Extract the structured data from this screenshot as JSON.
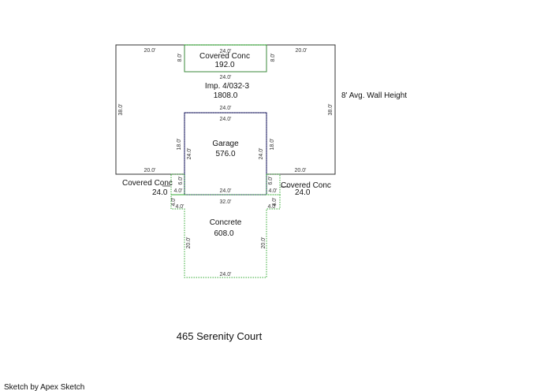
{
  "colors": {
    "main_outline": "#333333",
    "green_outline": "#3a8a3a",
    "green_dotted": "#33aa33",
    "garage_outline": "#2a2a6a",
    "text": "#111111"
  },
  "main": {
    "name": "Imp. 4/032-3",
    "area": "1808.0",
    "dims": {
      "top_left": "20.0'",
      "top_right": "20.0'",
      "left": "38.0'",
      "right": "38.0'",
      "bottom_left": "20.0'",
      "bottom_right": "20.0'",
      "porch_bottom": "24.0'"
    }
  },
  "covered_top": {
    "name": "Covered Conc",
    "area": "192.0",
    "dims": {
      "top": "24.0'",
      "left": "8.0'",
      "right": "8.0'"
    }
  },
  "garage": {
    "name": "Garage",
    "area": "576.0",
    "dims": {
      "top_outer": "24.0'",
      "top_inner": "24.0'",
      "left_outer": "18.0'",
      "left_inner": "24.0'",
      "right_outer": "18.0'",
      "right_inner": "24.0'",
      "bottom": "24.0'"
    }
  },
  "covered_left": {
    "name": "Covered Conc",
    "area": "24.0",
    "dims": {
      "side": "6.0'",
      "bottom": "4.0'"
    }
  },
  "covered_right": {
    "name": "Covered Conc",
    "area": "24.0",
    "dims": {
      "side": "6.0'",
      "bottom": "4.0'"
    }
  },
  "concrete": {
    "name": "Concrete",
    "area": "608.0",
    "dims": {
      "top": "32.0'",
      "left_step": "4.0'",
      "right_step": "4.0'",
      "left_step_bottom": "4.0'",
      "right_step_bottom": "4.0'",
      "left": "20.0'",
      "right": "20.0'",
      "bottom": "24.0'"
    }
  },
  "wall_height_note": "8' Avg. Wall Height",
  "address": "465 Serenity Court",
  "footer_credit": "Sketch by Apex Sketch"
}
